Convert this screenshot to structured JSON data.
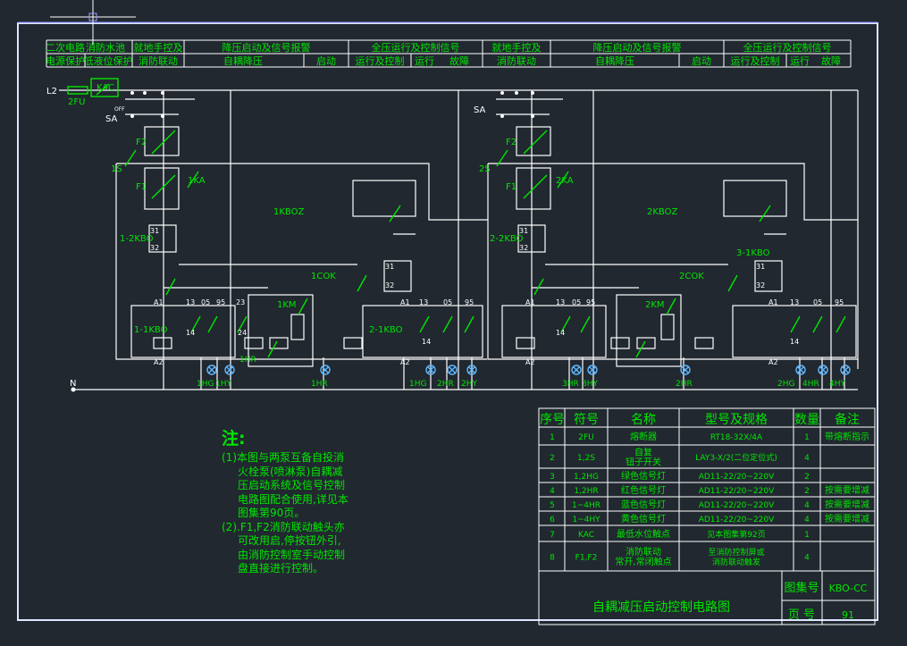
{
  "colors": {
    "background": "#212830",
    "text": "#00e600",
    "wire": "#ffffff",
    "border": "#ffffff",
    "lamp": "#5fb7ff",
    "cursor_box": "#9aa0ff"
  },
  "header": {
    "row1": [
      "二次电路",
      "消防水池",
      "就地手控及",
      "降压启动及信号报警",
      "全压运行及控制信号",
      "就地手控及",
      "降压启动及信号报警",
      "全压运行及控制信号"
    ],
    "row2": [
      "电源保护",
      "低液位保护",
      "消防联动",
      "自耦降压",
      "启动",
      "运行及控制",
      "运行",
      "故障",
      "消防联动",
      "自耦降压",
      "启动",
      "运行及控制",
      "运行",
      "故障"
    ]
  },
  "diagram": {
    "labels": {
      "L2": "L2",
      "FU": "2FU",
      "KAC": "KAC",
      "SA1": "SA",
      "SA2": "SA",
      "OFF": "OFF",
      "F2a": "F2",
      "F1a": "F1",
      "F2b": "F2",
      "F1b": "F1",
      "S1": "1S",
      "S2": "2S",
      "KA1": "1KA",
      "KA2": "2KA",
      "KBOZ1": "1KBOZ",
      "KBOZ2": "2KBOZ",
      "ZKBO1": "1-2KBO",
      "ZKBO2": "2-2KBO",
      "KBO1": "1-1KBO",
      "KBO2": "2-1KBO",
      "KBO3": "3-1KBO",
      "COK1": "1COK",
      "COK2": "2COK",
      "KM1": "1KM",
      "KM2": "2KM",
      "N": "N",
      "t31": "31",
      "t32": "32",
      "tA1": "A1",
      "tA2": "A2",
      "t13": "13",
      "t14": "14",
      "t05": "05",
      "t95": "95",
      "t23": "23",
      "t24": "24"
    },
    "lamps": [
      "1HG",
      "1HR",
      "1HY",
      "1HR",
      "1HG",
      "2HR",
      "2HY",
      "3HR",
      "3HY",
      "2HR",
      "2HG",
      "4HR",
      "4HY"
    ]
  },
  "notes": {
    "title": "注:",
    "lines": [
      "(1)本图与两泵互备自投消",
      "火栓泵(喷淋泵)自耦减",
      "压启动系统及信号控制",
      "电路图配合使用,详见本",
      "图集第90页。",
      "(2).F1,F2消防联动触头亦",
      "可改用启,停按钮外引,",
      "由消防控制室手动控制",
      "盘直接进行控制。"
    ]
  },
  "table": {
    "headers": [
      "序号",
      "符号",
      "名称",
      "型号及规格",
      "数量",
      "备注"
    ],
    "rows": [
      {
        "no": "1",
        "sym": "2FU",
        "name": "熔断器",
        "model": "RT18-32X/4A",
        "qty": "1",
        "note": "带熔断指示"
      },
      {
        "no": "2",
        "sym": "1,2S",
        "name": "自复\n钮子开关",
        "model": "LAY3-X/2(二位定位式)",
        "qty": "4",
        "note": ""
      },
      {
        "no": "3",
        "sym": "1,2HG",
        "name": "绿色信号灯",
        "model": "AD11-22/20~220V",
        "qty": "2",
        "note": ""
      },
      {
        "no": "4",
        "sym": "1,2HR",
        "name": "红色信号灯",
        "model": "AD11-22/20~220V",
        "qty": "2",
        "note": "按需要增减"
      },
      {
        "no": "5",
        "sym": "1~4HR",
        "name": "蓝色信号灯",
        "model": "AD11-22/20~220V",
        "qty": "4",
        "note": "按需要增减"
      },
      {
        "no": "6",
        "sym": "1~4HY",
        "name": "黄色信号灯",
        "model": "AD11-22/20~220V",
        "qty": "4",
        "note": "按需要增减"
      },
      {
        "no": "7",
        "sym": "KAC",
        "name": "最低水位触点",
        "model": "见本图集第92页",
        "qty": "1",
        "note": ""
      },
      {
        "no": "8",
        "sym": "F1,F2",
        "name": "消防联动\n常开,常闭触点",
        "model": "至消防控制屏或\n消防联动触发",
        "qty": "4",
        "note": ""
      }
    ]
  },
  "titleblock": {
    "title": "自耦减压启动控制电路图",
    "atlas_label": "图集号",
    "atlas_value": "KBO-CC",
    "page_label": "页 号",
    "page_value": "91"
  }
}
